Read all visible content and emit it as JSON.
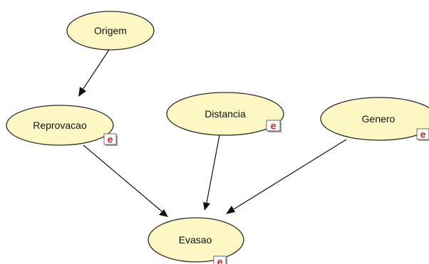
{
  "diagram": {
    "nodes": [
      {
        "id": "origem",
        "label": "Origem",
        "evidence_badge": false
      },
      {
        "id": "reprovacao",
        "label": "Reprovacao",
        "evidence_badge": true,
        "badge_label": "e"
      },
      {
        "id": "distancia",
        "label": "Distancia",
        "evidence_badge": true,
        "badge_label": "e"
      },
      {
        "id": "genero",
        "label": "Genero",
        "evidence_badge": true,
        "badge_label": "e"
      },
      {
        "id": "evasao",
        "label": "Evasao",
        "evidence_badge": true,
        "badge_label": "e"
      }
    ],
    "edges": [
      {
        "from": "origem",
        "to": "reprovacao"
      },
      {
        "from": "reprovacao",
        "to": "evasao"
      },
      {
        "from": "distancia",
        "to": "evasao"
      },
      {
        "from": "genero",
        "to": "evasao"
      }
    ],
    "colors": {
      "node_fill": "#fdf8c3",
      "node_stroke": "#2a2a2a",
      "edge": "#111111",
      "badge_letter": "#e0201a",
      "badge_border": "#6a6a6a"
    }
  }
}
